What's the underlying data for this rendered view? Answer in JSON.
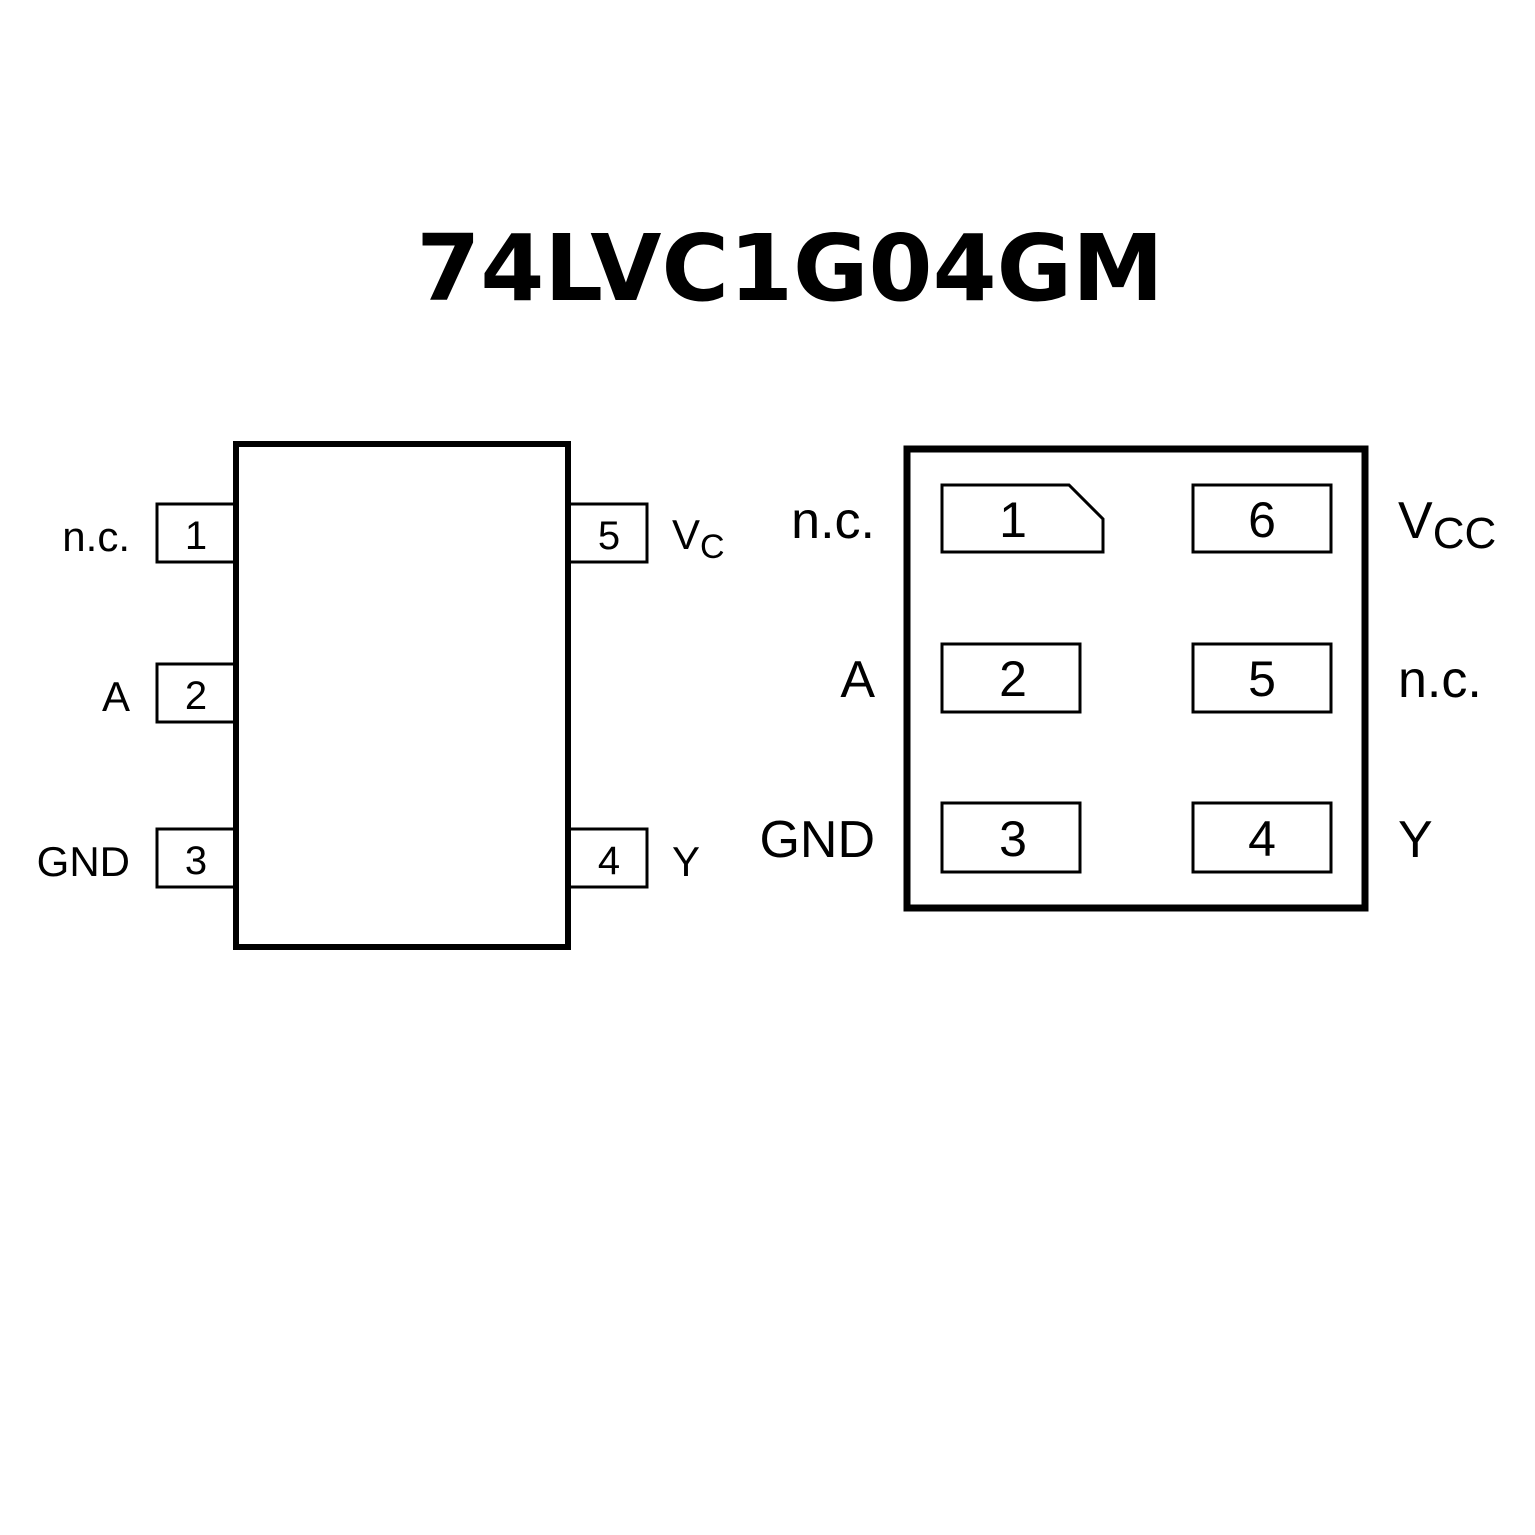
{
  "title": "74LVC1G04GM",
  "package_left": {
    "pins": [
      {
        "number": "1",
        "signal": "n.c."
      },
      {
        "number": "2",
        "signal": "A"
      },
      {
        "number": "3",
        "signal": "GND"
      },
      {
        "number": "4",
        "signal": "Y"
      },
      {
        "number": "5",
        "signal_main": "V",
        "signal_sub": "C"
      }
    ]
  },
  "package_right": {
    "pins": [
      {
        "number": "1",
        "signal": "n.c."
      },
      {
        "number": "2",
        "signal": "A"
      },
      {
        "number": "3",
        "signal": "GND"
      },
      {
        "number": "4",
        "signal": "Y"
      },
      {
        "number": "5",
        "signal": "n.c."
      },
      {
        "number": "6",
        "signal_main": "V",
        "signal_sub": "CC"
      }
    ]
  }
}
